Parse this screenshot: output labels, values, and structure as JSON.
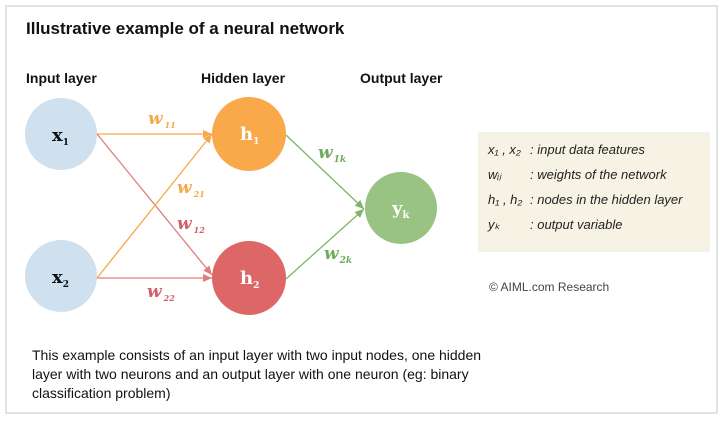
{
  "title": "Illustrative example of a neural network",
  "layers": {
    "input": "Input layer",
    "hidden": "Hidden layer",
    "output": "Output layer"
  },
  "colors": {
    "input_node": "#cfe0ee",
    "hidden_node_1": "#f9a94a",
    "hidden_node_2": "#dd6767",
    "output_node": "#98c382",
    "edge_from_x1_to_h1": "#f9a94a",
    "edge_orange": "#f6a84a",
    "edge_red": "#e07d7d",
    "edge_green": "#7fb46a",
    "legend_bg": "#f6f3e5"
  },
  "nodes": {
    "x1": {
      "main": "x",
      "sub": "1"
    },
    "x2": {
      "main": "x",
      "sub": "2"
    },
    "h1": {
      "main": "h",
      "sub": "1"
    },
    "h2": {
      "main": "h",
      "sub": "2"
    },
    "yk": {
      "main": "y",
      "sub": "k"
    }
  },
  "weights": {
    "w11": {
      "main": "w",
      "sub": "11"
    },
    "w21": {
      "main": "w",
      "sub": "21"
    },
    "w12": {
      "main": "w",
      "sub": "12"
    },
    "w22": {
      "main": "w",
      "sub": "22"
    },
    "w1k": {
      "main": "w",
      "sub": "1k"
    },
    "w2k": {
      "main": "w",
      "sub": "2k"
    }
  },
  "legend": [
    {
      "symbol": "x₁ , x₂",
      "desc": ": input data features"
    },
    {
      "symbol": "wᵢⱼ",
      "desc": ": weights of the network"
    },
    {
      "symbol": "h₁ , h₂",
      "desc": ": nodes in the hidden layer"
    },
    {
      "symbol": "yₖ",
      "desc": ": output variable"
    }
  ],
  "copyright": "© AIML.com Research",
  "caption": "This example consists of an input layer with two input nodes, one hidden layer with two neurons and an output layer with one neuron (eg: binary classification problem)"
}
